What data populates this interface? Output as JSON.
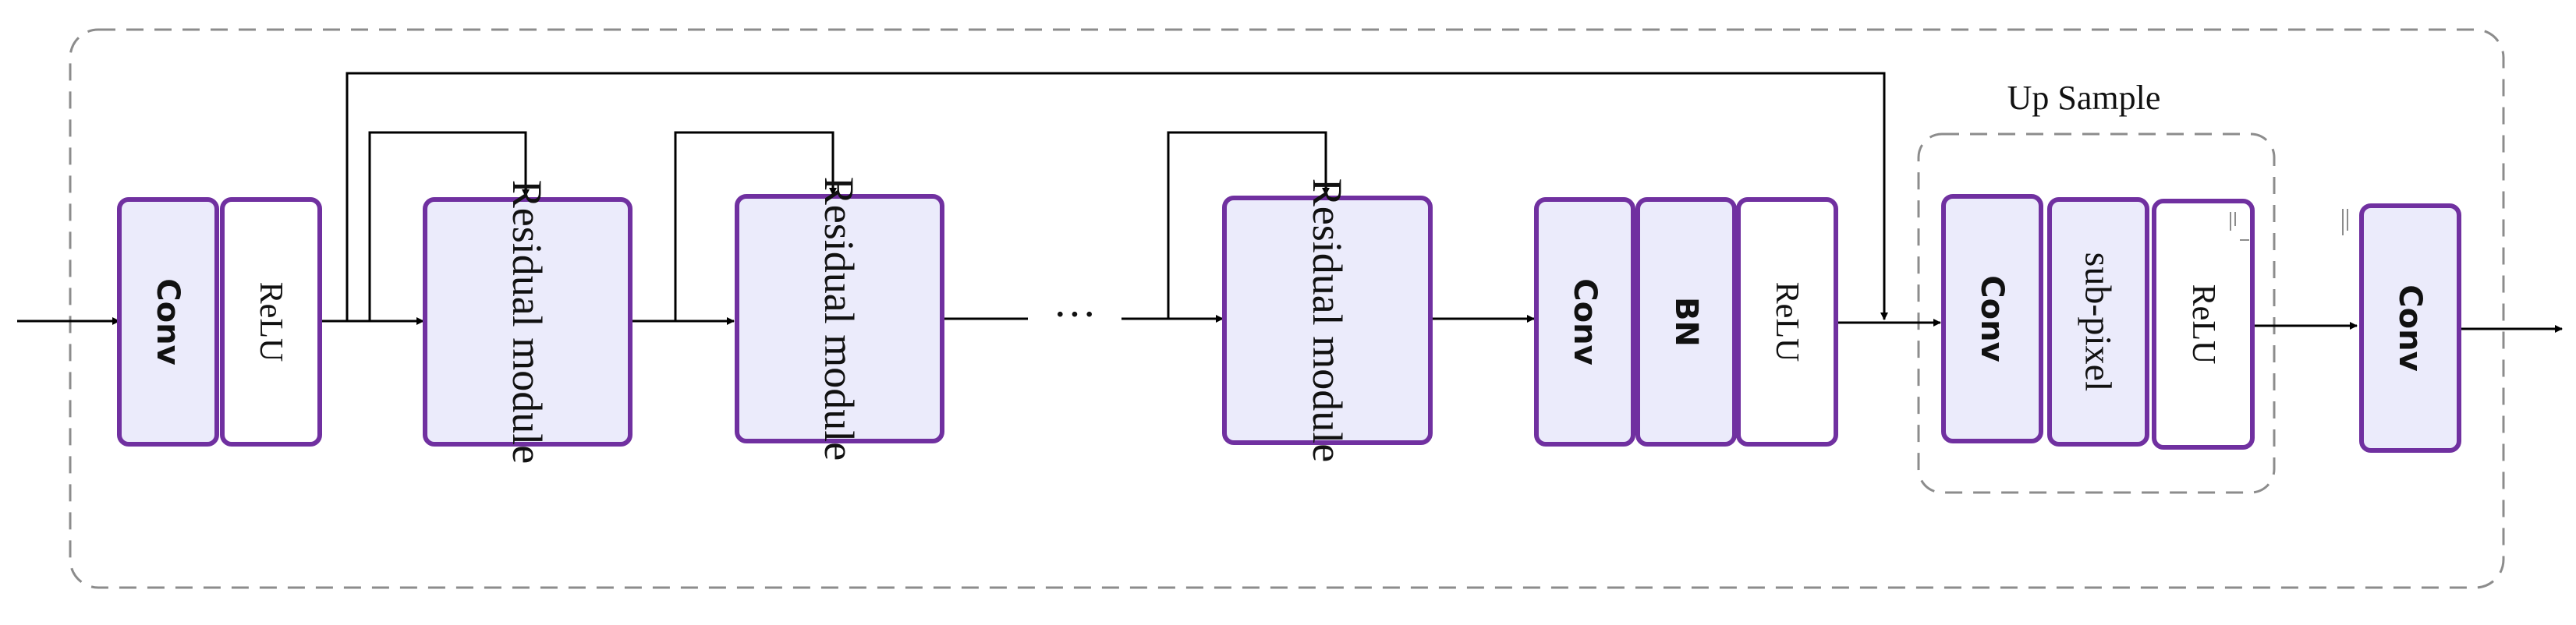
{
  "colors": {
    "block_fill": "#ebebfb",
    "block_stroke": "#7030a0",
    "relu_fill": "#ffffff",
    "dashed": "#8c8c8c",
    "line": "#000000",
    "text": "#111111"
  },
  "diagram": {
    "blocks": {
      "conv1": "Conv",
      "relu1": "ReLU",
      "res1": "Residual module",
      "res2": "Residual module",
      "res3": "Residual module",
      "conv2": "Conv",
      "bn": "BN",
      "relu2": "ReLU",
      "conv3": "Conv",
      "subpixel": "sub-pixel",
      "relu3": "ReLU",
      "conv4": "Conv"
    },
    "ellipsis": "···",
    "upsample_label": "Up Sample"
  }
}
